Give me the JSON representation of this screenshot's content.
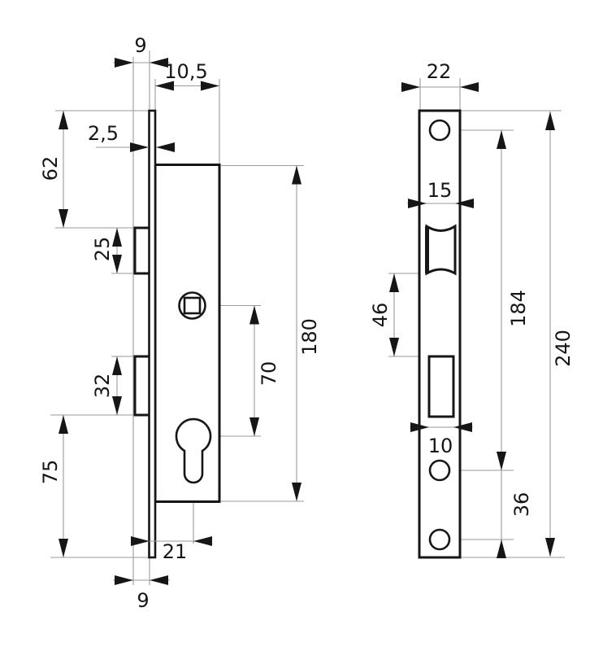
{
  "drawing": {
    "type": "technical-dimension-drawing",
    "subject": "mortise lock, side view and faceplate front view",
    "colors": {
      "background": "#ffffff",
      "part_outline": "#161616",
      "dimension_lines": "#9a9a9a",
      "arrowheads": "#161616",
      "text": "#161616"
    },
    "dims": {
      "side_stickout_top": "9",
      "side_case_depth": "10,5",
      "side_faceplate_thickness": "2,5",
      "side_top_to_roller": "62",
      "side_roller_height": "25",
      "side_deadbolt_height": "32",
      "side_cyl_to_bottom": "75",
      "side_backset": "21",
      "side_stickout_bottom": "9",
      "side_spindle_to_cyl": "70",
      "side_case_height": "180",
      "front_plate_width": "22",
      "front_roller_width": "15",
      "front_roller_to_bolt": "46",
      "front_hole_span": "184",
      "front_plate_height": "240",
      "front_bolt_width": "10",
      "front_hole_span_bottom": "36"
    }
  }
}
